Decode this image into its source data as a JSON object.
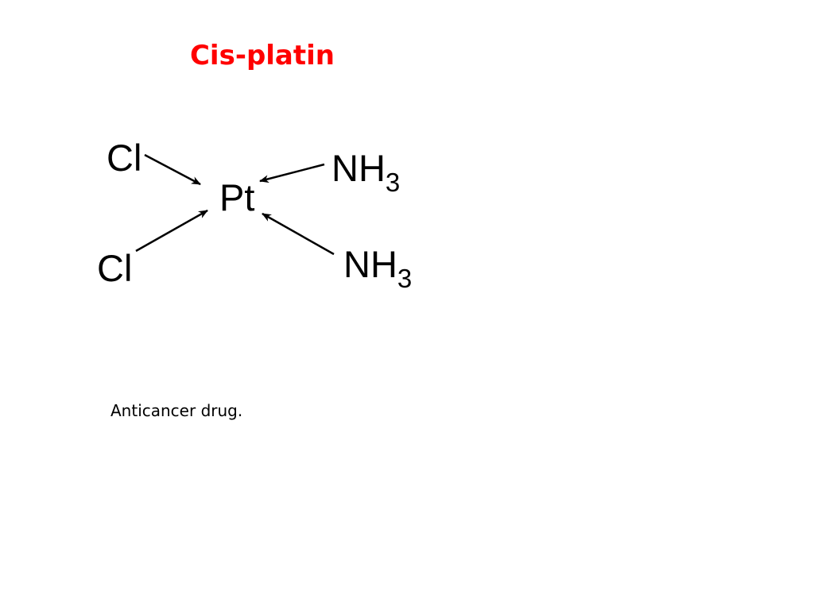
{
  "slide": {
    "title": "Cis-platin",
    "caption": "Anticancer drug."
  },
  "structure": {
    "center": {
      "symbol": "Pt"
    },
    "ligands": [
      {
        "name": "ligand-cl-top",
        "symbol": "Cl",
        "subscript": ""
      },
      {
        "name": "ligand-cl-bottom",
        "symbol": "Cl",
        "subscript": ""
      },
      {
        "name": "ligand-nh3-top",
        "symbol": "NH",
        "subscript": "3"
      },
      {
        "name": "ligand-nh3-bottom",
        "symbol": "NH",
        "subscript": "3"
      }
    ]
  },
  "colors": {
    "title": "#ff0000",
    "text": "#000000",
    "background": "#ffffff"
  }
}
